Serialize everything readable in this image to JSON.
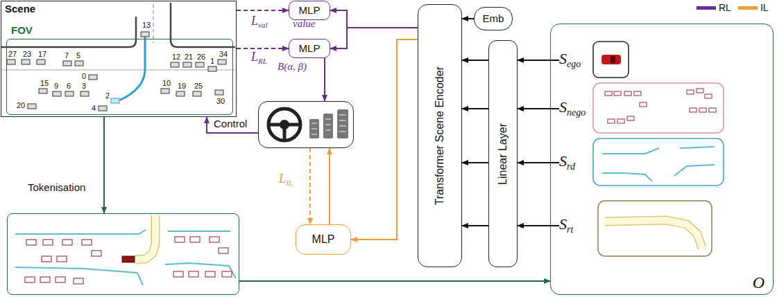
{
  "diagram": {
    "nodes": [
      {
        "text": [
          "Scene"
        ]
      },
      {
        "text": [
          "FOV"
        ],
        "in": 0
      },
      {
        "text": []
      },
      {
        "text": [
          "MLP"
        ]
      },
      {
        "text": [
          "MLP"
        ]
      },
      {
        "text": []
      },
      {
        "text": [
          "MLP"
        ]
      },
      {
        "text": [
          "Transformer Scene Encoder"
        ]
      },
      {
        "text": [
          "Emb"
        ]
      },
      {
        "text": [
          "Linear Layer"
        ]
      },
      {
        "text": [
          "O"
        ]
      },
      {
        "text": [
          "Sego"
        ],
        "in": 10
      },
      {
        "text": [
          "Snego"
        ],
        "in": 10
      },
      {
        "text": [
          "Srd"
        ],
        "in": 10
      },
      {
        "text": [
          "Srt"
        ],
        "in": 10
      }
    ],
    "edges": [
      {
        "from": 0,
        "to": 3,
        "arrow": "to",
        "label": "Lval"
      },
      {
        "from": 0,
        "to": 4,
        "arrow": "to",
        "label": "LRL"
      },
      {
        "from": 0,
        "to": 2,
        "arrow": "to",
        "label": "Tokenisation"
      },
      {
        "from": 2,
        "to": 10,
        "arrow": "to"
      },
      {
        "from": 7,
        "to": 3,
        "arrow": "to"
      },
      {
        "from": 7,
        "to": 4,
        "arrow": "to"
      },
      {
        "from": 4,
        "to": 5,
        "arrow": "to"
      },
      {
        "from": 5,
        "to": 0,
        "arrow": "to",
        "label": "Control"
      },
      {
        "from": 5,
        "to": 6,
        "arrow": "to",
        "label": "LIL"
      },
      {
        "from": 6,
        "to": 5,
        "arrow": "to"
      },
      {
        "from": 7,
        "to": 6,
        "arrow": "to"
      },
      {
        "from": 8,
        "to": 7,
        "arrow": "to"
      },
      {
        "from": 9,
        "to": 7,
        "arrow": "to"
      },
      {
        "from": 11,
        "to": 9,
        "arrow": "to"
      },
      {
        "from": 12,
        "to": 9,
        "arrow": "to"
      },
      {
        "from": 13,
        "to": 9,
        "arrow": "to"
      },
      {
        "from": 14,
        "to": 9,
        "arrow": "to"
      }
    ],
    "labels": [
      "value",
      "B(α, β)",
      "13",
      "27",
      "23",
      "17",
      "7",
      "5",
      "12",
      "21",
      "26",
      "1",
      "34",
      "15",
      "9",
      "6",
      "0",
      "3",
      "2",
      "10",
      "19",
      "25",
      "30",
      "20",
      "4"
    ],
    "legend": [
      {
        "text": "RL",
        "color": "#6a2d8e"
      },
      {
        "text": "IL",
        "color": "#f39c33"
      }
    ]
  }
}
